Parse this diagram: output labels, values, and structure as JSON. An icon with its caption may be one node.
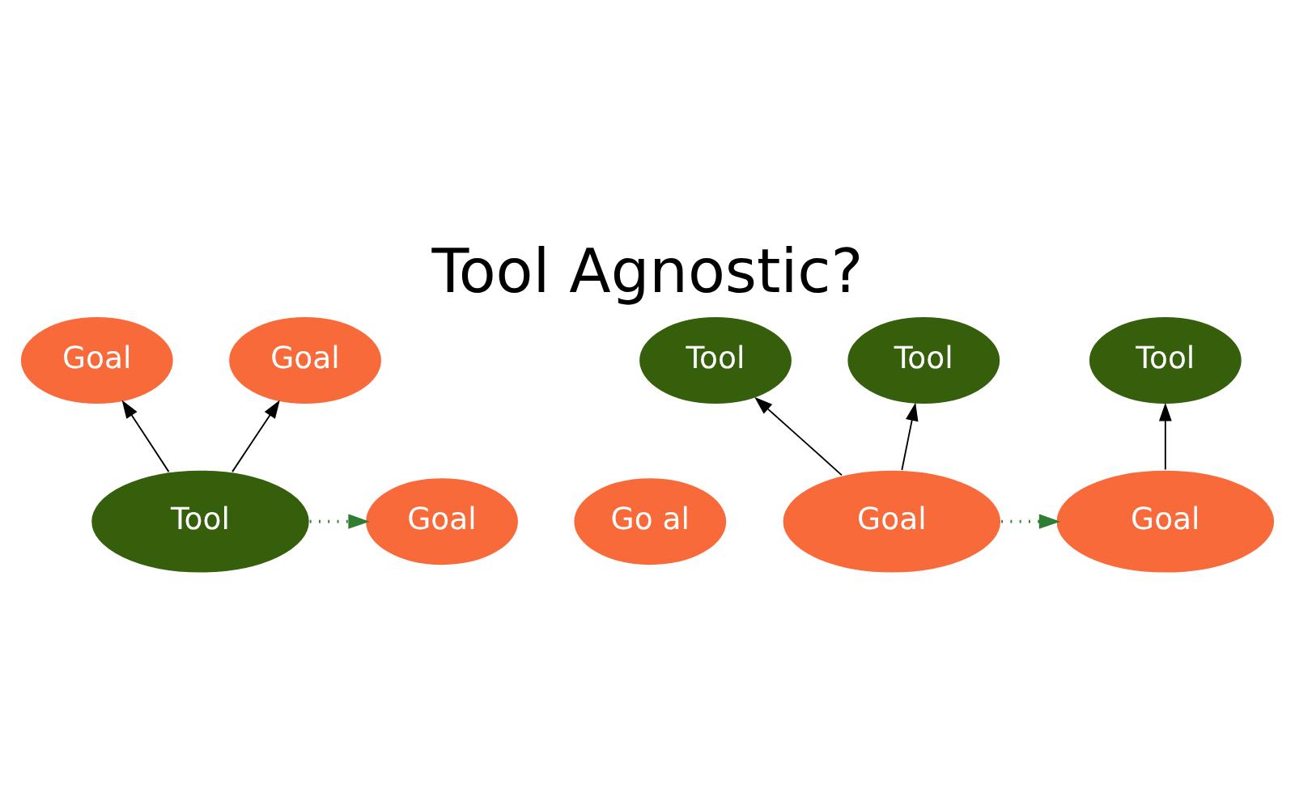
{
  "diagram": {
    "title": "Tool Agnostic?",
    "nodes": [
      {
        "text": [
          "Goal"
        ]
      },
      {
        "text": [
          "Goal"
        ]
      },
      {
        "text": [
          "Tool"
        ]
      },
      {
        "text": [
          "Goal"
        ]
      },
      {
        "text": [
          "Go al"
        ]
      },
      {
        "text": [
          "Tool"
        ]
      },
      {
        "text": [
          "Tool"
        ]
      },
      {
        "text": [
          "Goal"
        ]
      },
      {
        "text": [
          "Tool"
        ]
      },
      {
        "text": [
          "Goal"
        ]
      }
    ],
    "edges": [
      {
        "from": 2,
        "to": 0,
        "arrow": "to"
      },
      {
        "from": 2,
        "to": 1,
        "arrow": "to"
      },
      {
        "from": 2,
        "to": 3,
        "arrow": "to",
        "style": "dashed",
        "color": "#2e7d32"
      },
      {
        "from": 7,
        "to": 5,
        "arrow": "to"
      },
      {
        "from": 7,
        "to": 6,
        "arrow": "to"
      },
      {
        "from": 7,
        "to": 9,
        "arrow": "to",
        "style": "dashed",
        "color": "#2e7d32"
      },
      {
        "from": 9,
        "to": 8,
        "arrow": "to"
      }
    ]
  }
}
